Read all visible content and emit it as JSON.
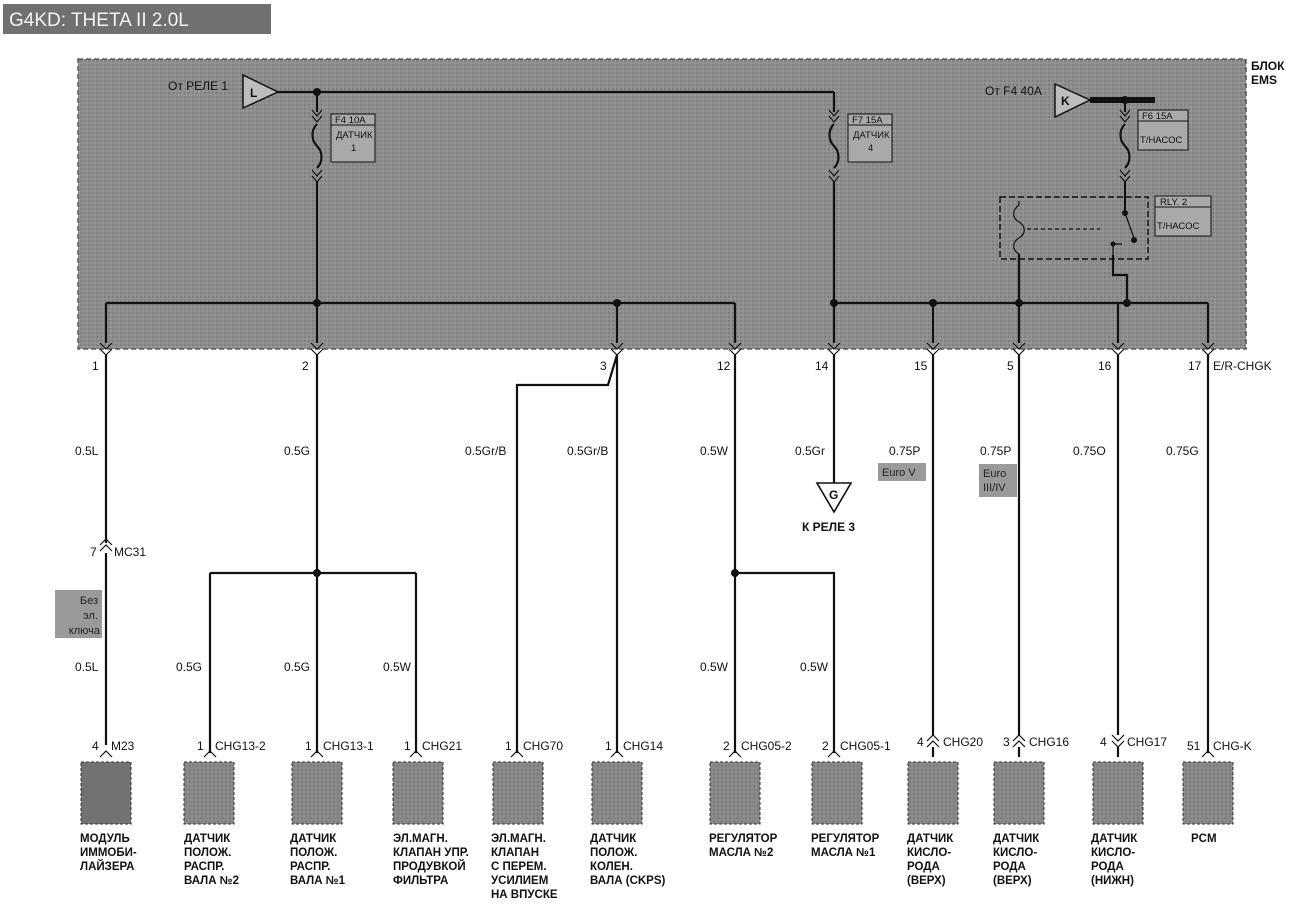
{
  "title": "G4KD: THETA II 2.0L",
  "block_label": [
    "БЛОК",
    "EMS"
  ],
  "sources": {
    "relay1": {
      "text": "От РЕЛЕ 1",
      "letter": "L"
    },
    "f4": {
      "text": "От F4 40A",
      "letter": "K"
    }
  },
  "fuses": [
    {
      "rating": "F4 10A",
      "name": [
        "ДАТЧИК",
        "1"
      ]
    },
    {
      "rating": "F7 15A",
      "name": [
        "ДАТЧИК",
        "4"
      ]
    },
    {
      "rating": "F6 15A",
      "name": [
        "Т/НАСОС"
      ]
    }
  ],
  "relay": {
    "rating": "RLY. 2",
    "name": "Т/НАСОС"
  },
  "pins": [
    "1",
    "2",
    "3",
    "12",
    "14",
    "15",
    "5",
    "16",
    "17"
  ],
  "connector_name": "E/R-CHGK",
  "wires": [
    "0.5L",
    "0.5G",
    "0.5Gr/B",
    "0.5Gr/B",
    "0.5W",
    "0.5Gr",
    "0.75P",
    "0.75P",
    "0.75O",
    "0.75G"
  ],
  "notes": {
    "euro5": "Euro V",
    "euro34": [
      "Euro",
      "III/IV"
    ],
    "no_key": [
      "Без",
      "эл.",
      "ключа"
    ]
  },
  "relay3": {
    "letter": "G",
    "text": "К РЕЛЕ 3"
  },
  "mc31": {
    "pin": "7",
    "name": "MC31"
  },
  "branch_wires": [
    "0.5L",
    "0.5G",
    "0.5G",
    "0.5W",
    "0.5W",
    "0.5W"
  ],
  "connectors": [
    {
      "pin": "4",
      "name": "M23",
      "label": [
        "МОДУЛЬ",
        "ИММОБИ-",
        "ЛАЙЗЕРА"
      ]
    },
    {
      "pin": "1",
      "name": "CHG13-2",
      "label": [
        "ДАТЧИК",
        "ПОЛОЖ.",
        "РАСПР.",
        "ВАЛА №2"
      ]
    },
    {
      "pin": "1",
      "name": "CHG13-1",
      "label": [
        "ДАТЧИК",
        "ПОЛОЖ.",
        "РАСПР.",
        "ВАЛА №1"
      ]
    },
    {
      "pin": "1",
      "name": "CHG21",
      "label": [
        "ЭЛ.МАГН.",
        "КЛАПАН УПР.",
        "ПРОДУВКОЙ",
        "ФИЛЬТРА"
      ]
    },
    {
      "pin": "1",
      "name": "CHG70",
      "label": [
        "ЭЛ.МАГН.",
        "КЛАПАН",
        "С ПЕРЕМ.",
        "УСИЛИЕМ",
        "НА ВПУСКЕ"
      ]
    },
    {
      "pin": "1",
      "name": "CHG14",
      "label": [
        "ДАТЧИК",
        "ПОЛОЖ.",
        "КОЛЕН.",
        "ВАЛА (CKPS)"
      ]
    },
    {
      "pin": "2",
      "name": "CHG05-2",
      "label": [
        "РЕГУЛЯТОР",
        "МАСЛА №2"
      ]
    },
    {
      "pin": "2",
      "name": "CHG05-1",
      "label": [
        "РЕГУЛЯТОР",
        "МАСЛА №1"
      ]
    },
    {
      "pin": "4",
      "name": "CHG20",
      "label": [
        "ДАТЧИК",
        "КИСЛО-",
        "РОДА",
        "(ВЕРХ)"
      ]
    },
    {
      "pin": "3",
      "name": "CHG16",
      "label": [
        "ДАТЧИК",
        "КИСЛО-",
        "РОДА",
        "(ВЕРХ)"
      ]
    },
    {
      "pin": "4",
      "name": "CHG17",
      "label": [
        "ДАТЧИК",
        "КИСЛО-",
        "РОДА",
        "(НИЖН)"
      ]
    },
    {
      "pin": "51",
      "name": "CHG-K",
      "label": [
        "PCM"
      ]
    }
  ],
  "colors": {
    "block": "#8e8e8e",
    "title_bg": "#707070",
    "component": "#8a8a8a",
    "note_bg": "#9a9a9a"
  }
}
